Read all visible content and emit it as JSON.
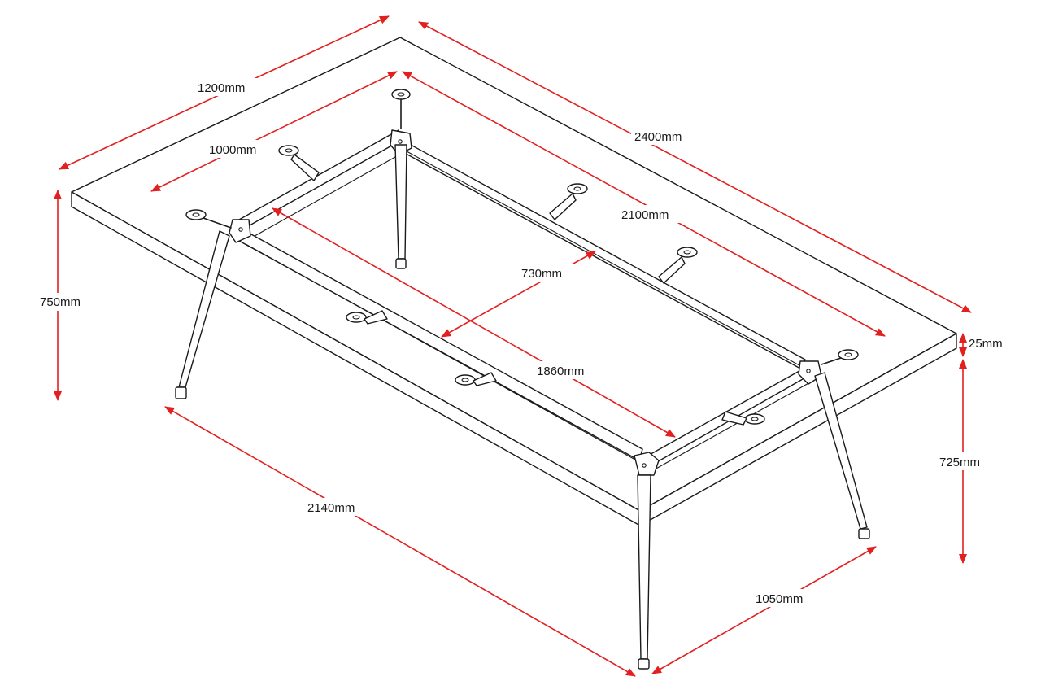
{
  "colors": {
    "dimension": "#e2201f",
    "line": "#1a1a1a",
    "background": "#ffffff"
  },
  "dimensions": {
    "top_width": "1200mm",
    "top_length": "2400mm",
    "frame_width": "1000mm",
    "frame_length": "2100mm",
    "inner_width": "730mm",
    "inner_length": "1860mm",
    "overall_height": "750mm",
    "top_thickness": "25mm",
    "frame_height": "725mm",
    "leg_length_span": "2140mm",
    "leg_width_span": "1050mm"
  }
}
